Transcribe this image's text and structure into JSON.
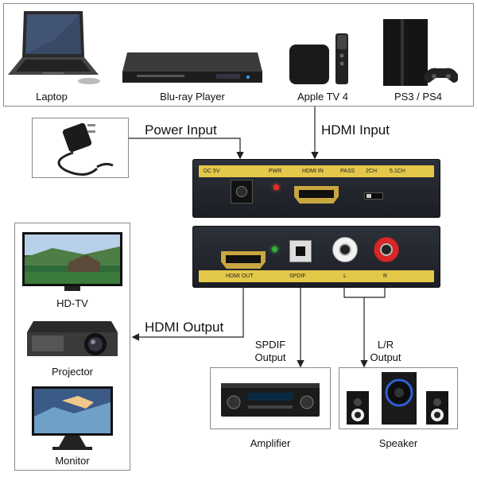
{
  "sources": {
    "laptop": "Laptop",
    "bluray": "Blu-ray Player",
    "appletv": "Apple TV 4",
    "ps": "PS3 / PS4"
  },
  "inputs": {
    "power": "Power Input",
    "hdmi": "HDMI Input"
  },
  "outputs": {
    "hdmi": "HDMI Output",
    "spdif_line1": "SPDIF",
    "spdif_line2": "Output",
    "lr_line1": "L/R",
    "lr_line2": "Output"
  },
  "displays": {
    "hdtv": "HD-TV",
    "projector": "Projector",
    "monitor": "Monitor"
  },
  "audio": {
    "amplifier": "Amplifier",
    "speaker": "Speaker"
  },
  "device_front": {
    "dc": "DC 5V",
    "pwr": "PWR",
    "hdmi_in": "HDMI IN",
    "pass": "PASS",
    "ch2": "2CH",
    "ch51": "5.1CH"
  },
  "device_back": {
    "hdmi_out": "HDMI OUT",
    "spdif": "SPDIF",
    "l": "L",
    "r": "R"
  },
  "colors": {
    "strip": "#e3c84a",
    "device": "#23272e",
    "led_red": "#e0301e",
    "led_green": "#2fb33a"
  }
}
